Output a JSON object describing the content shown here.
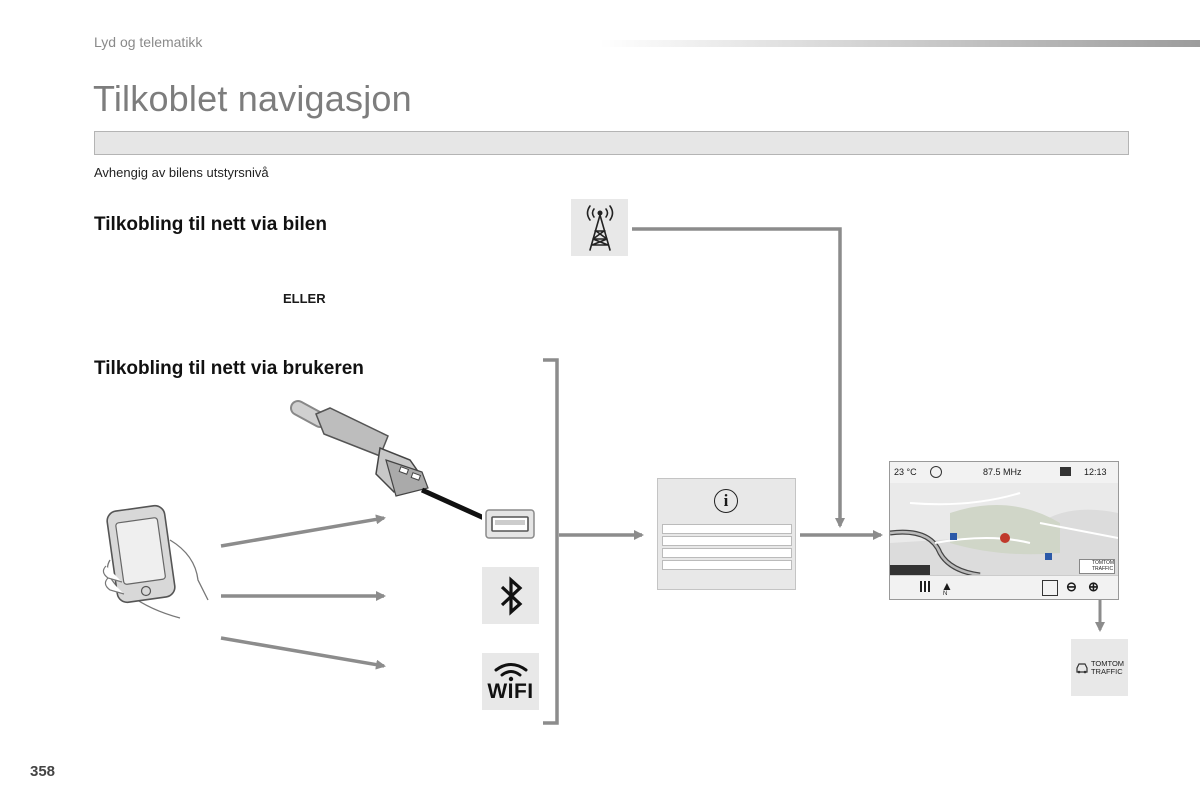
{
  "header": {
    "section": "Lyd og telematikk"
  },
  "page": {
    "title": "Tilkoblet navigasjon",
    "equipment_note": "Avhengig av bilens utstyrsnivå",
    "heading_car": "Tilkobling til nett via bilen",
    "or_label": "ELLER",
    "heading_user": "Tilkobling til nett via brukeren",
    "page_number": "358"
  },
  "diagram": {
    "wifi_label": "WIFI",
    "info_symbol": "i",
    "screen": {
      "temperature": "23 °C",
      "radio_frequency": "87.5 MHz",
      "clock": "12:13",
      "traffic_badge_line1": "TOMTOM",
      "traffic_badge_line2": "TRAFFIC",
      "compass_label": "N"
    },
    "tomtom_tile": {
      "line1": "TOMTOM",
      "line2": "TRAFFIC"
    }
  },
  "colors": {
    "arrow": "#8c8c8c",
    "tile": "#e8e8e8",
    "title": "#7d7d7d"
  }
}
